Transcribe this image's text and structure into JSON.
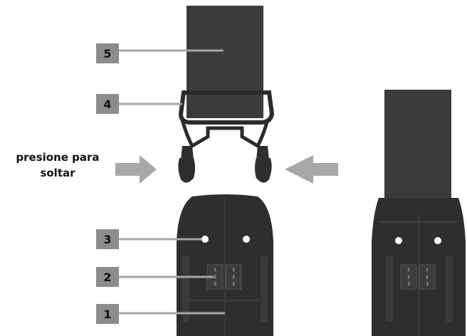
{
  "callouts": {
    "c5": "5",
    "c4": "4",
    "c3": "3",
    "c2": "2",
    "c1": "1"
  },
  "instruction": {
    "line1": "presione para",
    "line2": "soltar"
  },
  "adjust_marks": {
    "left_col": [
      "1",
      "2",
      "3"
    ],
    "right_col": [
      "1",
      "2",
      "3"
    ]
  },
  "colors": {
    "strap": "#3b3b3b",
    "buckle_dark": "#2e2e2e",
    "arrow": "#a8a8a8",
    "callout_box": "#8c8c8c"
  }
}
